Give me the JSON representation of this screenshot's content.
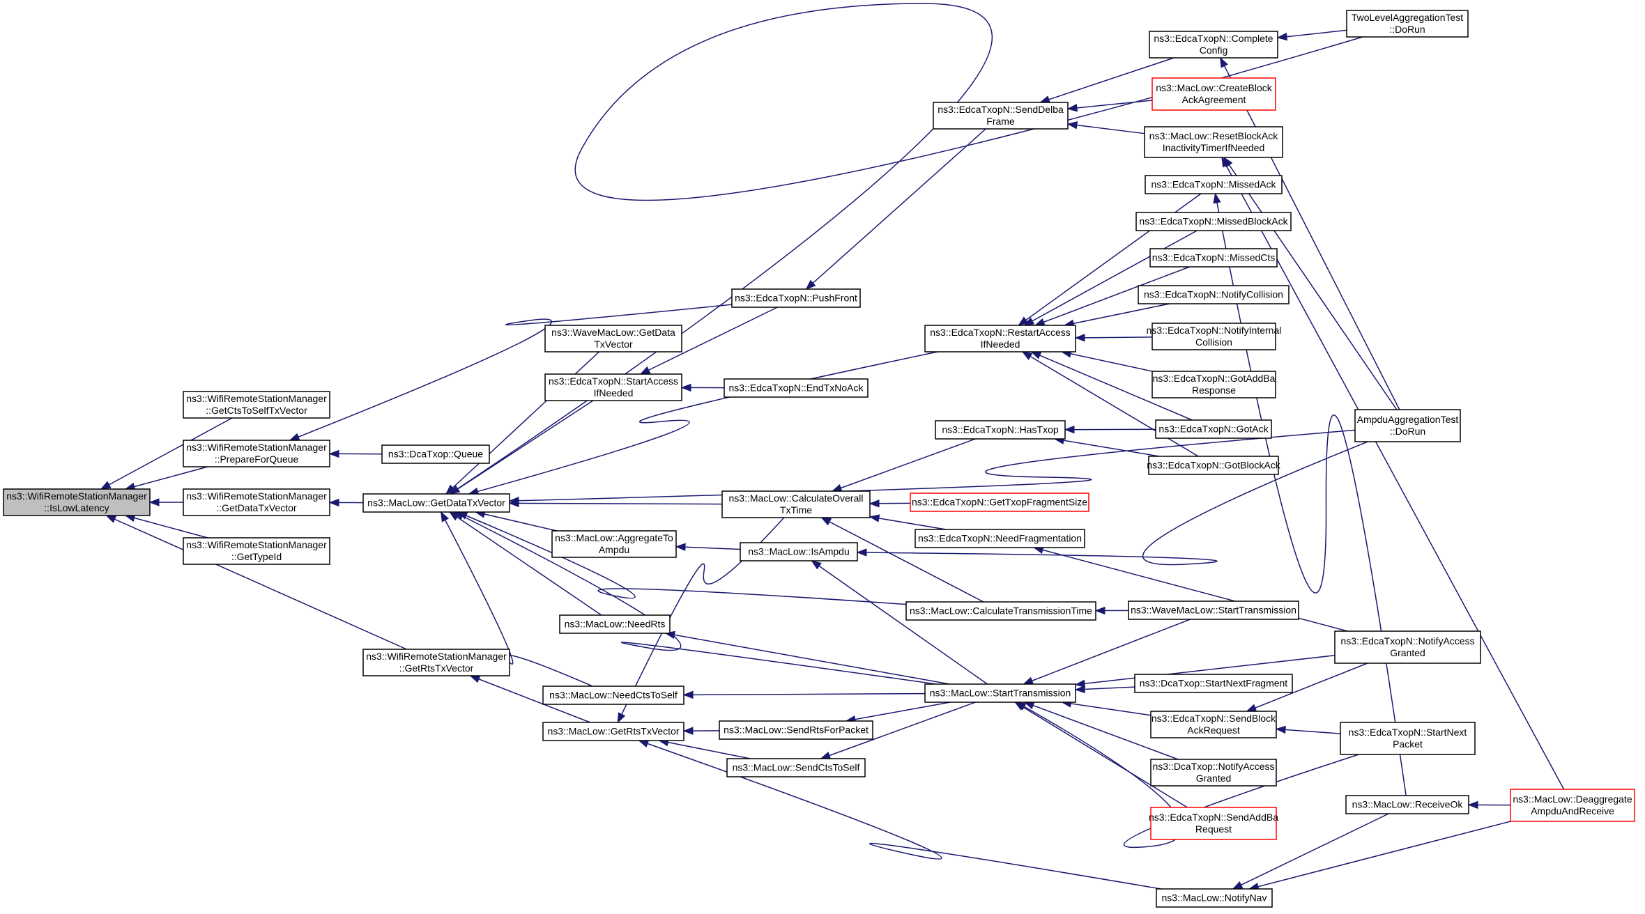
{
  "colors": {
    "edge": "#191970",
    "node_border": "#000000",
    "truncated_border": "#ff0000",
    "root_fill": "#bfbfbf",
    "node_fill": "#ffffff",
    "background": "#ffffff"
  },
  "graph": {
    "direction": "right-to-left caller graph (arrows point to callee)",
    "nodes": [
      {
        "id": "n_root",
        "lines": [
          "ns3::WifiRemoteStationManager",
          "::IsLowLatency"
        ],
        "style": "root"
      },
      {
        "id": "n_getctstoself",
        "lines": [
          "ns3::WifiRemoteStationManager",
          "::GetCtsToSelfTxVector"
        ],
        "style": "normal"
      },
      {
        "id": "n_prepareforqueue",
        "lines": [
          "ns3::WifiRemoteStationManager",
          "::PrepareForQueue"
        ],
        "style": "normal"
      },
      {
        "id": "n_getdatatxvector_wrsm",
        "lines": [
          "ns3::WifiRemoteStationManager",
          "::GetDataTxVector"
        ],
        "style": "normal"
      },
      {
        "id": "n_gettypeid",
        "lines": [
          "ns3::WifiRemoteStationManager",
          "::GetTypeId"
        ],
        "style": "normal"
      },
      {
        "id": "n_getrtstxvector_wrsm",
        "lines": [
          "ns3::WifiRemoteStationManager",
          "::GetRtsTxVector"
        ],
        "style": "normal"
      },
      {
        "id": "n_dcatxop_queue",
        "lines": [
          "ns3::DcaTxop::Queue"
        ],
        "style": "normal"
      },
      {
        "id": "n_maclow_getdatatxvector",
        "lines": [
          "ns3::MacLow::GetDataTxVector"
        ],
        "style": "normal"
      },
      {
        "id": "n_wavemaclow_getdatatxvector",
        "lines": [
          "ns3::WaveMacLow::GetData",
          "TxVector"
        ],
        "style": "normal"
      },
      {
        "id": "n_startaccessifneeded",
        "lines": [
          "ns3::EdcaTxopN::StartAccess",
          "IfNeeded"
        ],
        "style": "normal"
      },
      {
        "id": "n_aggregatetoampdu",
        "lines": [
          "ns3::MacLow::AggregateTo",
          "Ampdu"
        ],
        "style": "normal"
      },
      {
        "id": "n_needrts",
        "lines": [
          "ns3::MacLow::NeedRts"
        ],
        "style": "normal"
      },
      {
        "id": "n_needctstoself",
        "lines": [
          "ns3::MacLow::NeedCtsToSelf"
        ],
        "style": "normal"
      },
      {
        "id": "n_maclow_getrtstxvector",
        "lines": [
          "ns3::MacLow::GetRtsTxVector"
        ],
        "style": "normal"
      },
      {
        "id": "n_pushfront",
        "lines": [
          "ns3::EdcaTxopN::PushFront"
        ],
        "style": "normal"
      },
      {
        "id": "n_endtxnoack",
        "lines": [
          "ns3::EdcaTxopN::EndTxNoAck"
        ],
        "style": "normal"
      },
      {
        "id": "n_calculateoveralltxtime",
        "lines": [
          "ns3::MacLow::CalculateOverall",
          "TxTime"
        ],
        "style": "normal"
      },
      {
        "id": "n_isampdu",
        "lines": [
          "ns3::MacLow::IsAmpdu"
        ],
        "style": "normal"
      },
      {
        "id": "n_sendrtsforpacket",
        "lines": [
          "ns3::MacLow::SendRtsForPacket"
        ],
        "style": "normal"
      },
      {
        "id": "n_sendctstoself",
        "lines": [
          "ns3::MacLow::SendCtsToSelf"
        ],
        "style": "normal"
      },
      {
        "id": "n_senddelbaframe",
        "lines": [
          "ns3::EdcaTxopN::SendDelba",
          "Frame"
        ],
        "style": "normal"
      },
      {
        "id": "n_restartaccessifneeded",
        "lines": [
          "ns3::EdcaTxopN::RestartAccess",
          "IfNeeded"
        ],
        "style": "normal"
      },
      {
        "id": "n_hastxop",
        "lines": [
          "ns3::EdcaTxopN::HasTxop"
        ],
        "style": "normal"
      },
      {
        "id": "n_gettxopfragmentsize",
        "lines": [
          "ns3::EdcaTxopN::GetTxopFragmentSize"
        ],
        "style": "truncated"
      },
      {
        "id": "n_needfragmentation",
        "lines": [
          "ns3::EdcaTxopN::NeedFragmentation"
        ],
        "style": "normal"
      },
      {
        "id": "n_calculatetransmissiontime",
        "lines": [
          "ns3::MacLow::CalculateTransmissionTime"
        ],
        "style": "normal"
      },
      {
        "id": "n_maclow_starttransmission",
        "lines": [
          "ns3::MacLow::StartTransmission"
        ],
        "style": "normal"
      },
      {
        "id": "n_notifynav",
        "lines": [
          "ns3::MacLow::NotifyNav"
        ],
        "style": "normal"
      },
      {
        "id": "n_completeconfig",
        "lines": [
          "ns3::EdcaTxopN::Complete",
          "Config"
        ],
        "style": "normal"
      },
      {
        "id": "n_createblockackagreement",
        "lines": [
          "ns3::MacLow::CreateBlock",
          "AckAgreement"
        ],
        "style": "truncated"
      },
      {
        "id": "n_resetblockack",
        "lines": [
          "ns3::MacLow::ResetBlockAck",
          "InactivityTimerIfNeeded"
        ],
        "style": "normal"
      },
      {
        "id": "n_missedack",
        "lines": [
          "ns3::EdcaTxopN::MissedAck"
        ],
        "style": "normal"
      },
      {
        "id": "n_missedblockack",
        "lines": [
          "ns3::EdcaTxopN::MissedBlockAck"
        ],
        "style": "normal"
      },
      {
        "id": "n_missedcts",
        "lines": [
          "ns3::EdcaTxopN::MissedCts"
        ],
        "style": "normal"
      },
      {
        "id": "n_notifycollision",
        "lines": [
          "ns3::EdcaTxopN::NotifyCollision"
        ],
        "style": "normal"
      },
      {
        "id": "n_notifyinternalcollision",
        "lines": [
          "ns3::EdcaTxopN::NotifyInternal",
          "Collision"
        ],
        "style": "normal"
      },
      {
        "id": "n_gotaddbaresponse",
        "lines": [
          "ns3::EdcaTxopN::GotAddBa",
          "Response"
        ],
        "style": "normal"
      },
      {
        "id": "n_gotack",
        "lines": [
          "ns3::EdcaTxopN::GotAck"
        ],
        "style": "normal"
      },
      {
        "id": "n_gotblockack",
        "lines": [
          "ns3::EdcaTxopN::GotBlockAck"
        ],
        "style": "normal"
      },
      {
        "id": "n_wavemaclow_starttransmission",
        "lines": [
          "ns3::WaveMacLow::StartTransmission"
        ],
        "style": "normal"
      },
      {
        "id": "n_startnextfragment",
        "lines": [
          "ns3::DcaTxop::StartNextFragment"
        ],
        "style": "normal"
      },
      {
        "id": "n_sendblockackrequest",
        "lines": [
          "ns3::EdcaTxopN::SendBlock",
          "AckRequest"
        ],
        "style": "normal"
      },
      {
        "id": "n_dcatxop_notifyaccessgranted",
        "lines": [
          "ns3::DcaTxop::NotifyAccess",
          "Granted"
        ],
        "style": "normal"
      },
      {
        "id": "n_sendaddbarequest",
        "lines": [
          "ns3::EdcaTxopN::SendAddBa",
          "Request"
        ],
        "style": "truncated"
      },
      {
        "id": "n_receiveok",
        "lines": [
          "ns3::MacLow::ReceiveOk"
        ],
        "style": "normal"
      },
      {
        "id": "n_twolevelaggregationtest",
        "lines": [
          "TwoLevelAggregationTest",
          "::DoRun"
        ],
        "style": "normal"
      },
      {
        "id": "n_ampduaggregationtest",
        "lines": [
          "AmpduAggregationTest",
          "::DoRun"
        ],
        "style": "normal"
      },
      {
        "id": "n_edca_notifyaccessgranted",
        "lines": [
          "ns3::EdcaTxopN::NotifyAccess",
          "Granted"
        ],
        "style": "normal"
      },
      {
        "id": "n_startnextpacket",
        "lines": [
          "ns3::EdcaTxopN::StartNext",
          "Packet"
        ],
        "style": "normal"
      },
      {
        "id": "n_deaggregate",
        "lines": [
          "ns3::MacLow::Deaggregate",
          "AmpduAndReceive"
        ],
        "style": "truncated"
      }
    ]
  }
}
